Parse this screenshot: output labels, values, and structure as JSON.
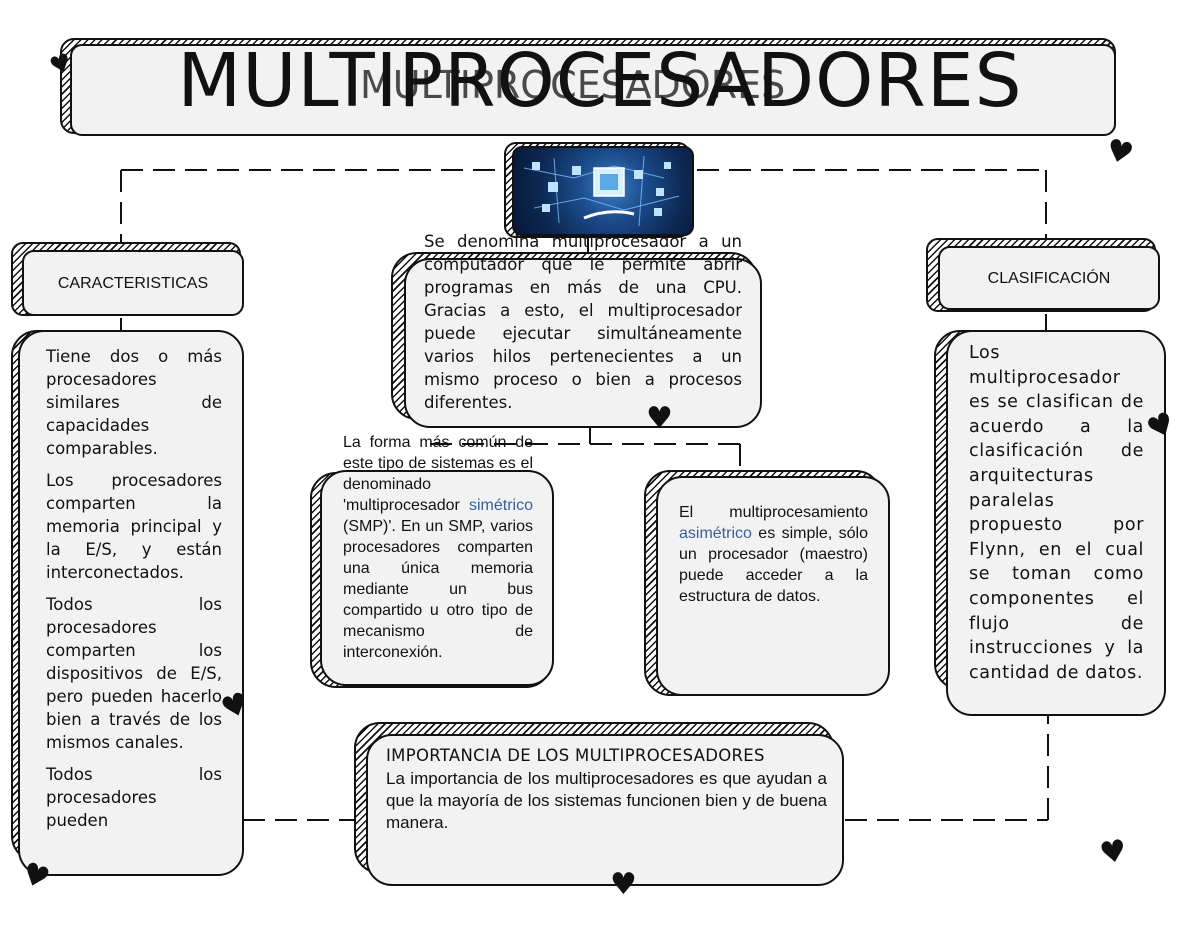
{
  "title": "MULTIPROCESADORES",
  "title_overlay": "MULTIPROCESADORES",
  "caracteristicas": {
    "label": "CARACTERISTICAS",
    "paragraphs": [
      "Tiene dos o más procesadores similares de capacidades comparables.",
      "Los procesadores comparten la memoria principal y la E/S, y están interconectados.",
      "Todos los procesadores comparten los dispositivos de E/S, pero pueden hacerlo bien a través de los mismos canales.",
      "Todos los procesadores pueden"
    ]
  },
  "center": {
    "definition": "Se denomina multiprocesador a un computador que le permite abrir programas en más de una CPU. Gracias a esto, el multiprocesador puede ejecutar simultáneamente varios hilos pertenecientes a un mismo proceso o bien a procesos diferentes."
  },
  "smp": {
    "pre": "La forma más común de este tipo de sistemas es el denominado 'multiprocesador ",
    "link": "simétrico",
    "post": " (SMP)'. En un SMP, varios procesadores comparten una única memoria mediante un bus compartido u otro tipo de mecanismo de interconexión."
  },
  "asmp": {
    "pre": "El multiprocesamiento ",
    "link": "asimétrico",
    "post": " es simple, sólo un procesador (maestro) puede acceder a la estructura de datos."
  },
  "clasificacion": {
    "label": "CLASIFICACIÓN",
    "text": "Los multiprocesador es se clasifican de acuerdo a la clasificación de arquitecturas paralelas propuesto por Flynn, en el cual se toman como componentes el flujo de instrucciones y la cantidad de datos."
  },
  "importancia": {
    "heading": "IMPORTANCIA DE LOS MULTIPROCESADORES",
    "text": "La importancia de los multiprocesadores es que ayudan a que la mayoría de los sistemas funcionen bien y de buena manera."
  },
  "colors": {
    "box_fill": "#f2f2f2",
    "link_blue": "#3a5f9a",
    "image_blue": "#0d2a55"
  },
  "icons": {
    "decoration": "heart-icon",
    "image": "processor-illustration"
  }
}
